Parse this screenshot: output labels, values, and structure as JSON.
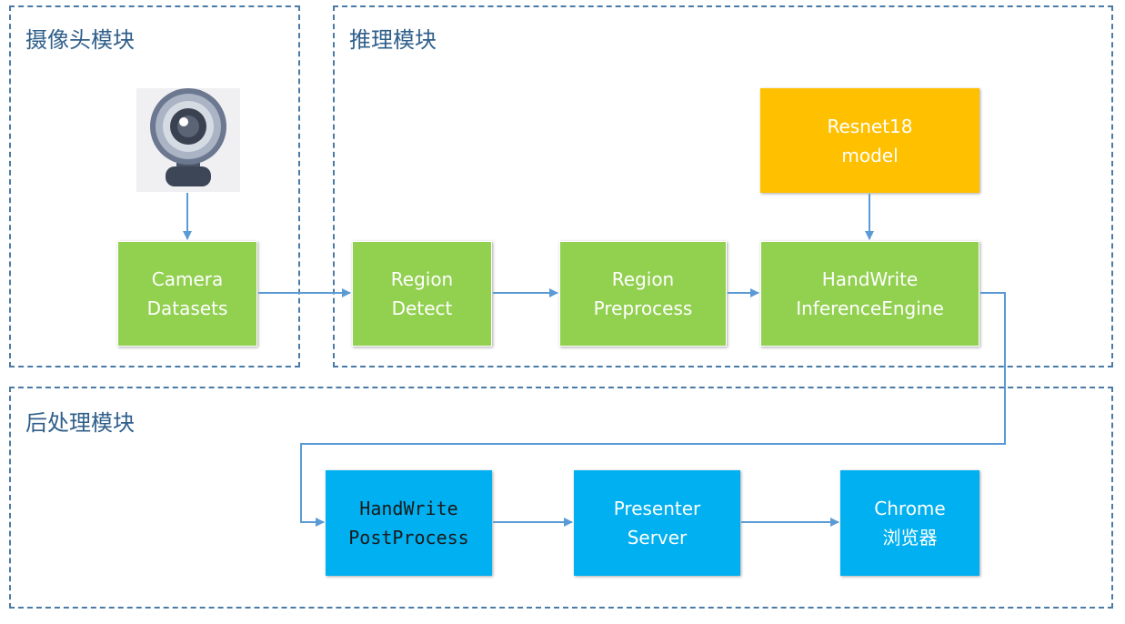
{
  "modules": {
    "camera": {
      "title": "摄像头模块"
    },
    "inference": {
      "title": "推理模块"
    },
    "postprocess": {
      "title": "后处理模块"
    }
  },
  "nodes": {
    "camera_datasets": {
      "line1": "Camera",
      "line2": "Datasets"
    },
    "region_detect": {
      "line1": "Region",
      "line2": "Detect"
    },
    "region_preprocess": {
      "line1": "Region",
      "line2": "Preprocess"
    },
    "resnet_model": {
      "line1": "Resnet18",
      "line2": "model"
    },
    "inference_engine": {
      "line1": "HandWrite",
      "line2": "InferenceEngine"
    },
    "post_process": {
      "line1": "HandWrite",
      "line2": "PostProcess"
    },
    "presenter_server": {
      "line1": "Presenter",
      "line2": "Server"
    },
    "chrome": {
      "line1": "Chrome",
      "line2": "浏览器"
    }
  },
  "colors": {
    "module_border": "#4a7ba6",
    "module_title": "#2f5f8a",
    "green": "#92d050",
    "orange": "#ffc000",
    "blue": "#00b0f0",
    "arrow": "#5b9bd5"
  },
  "icons": {
    "camera": "webcam-icon"
  }
}
